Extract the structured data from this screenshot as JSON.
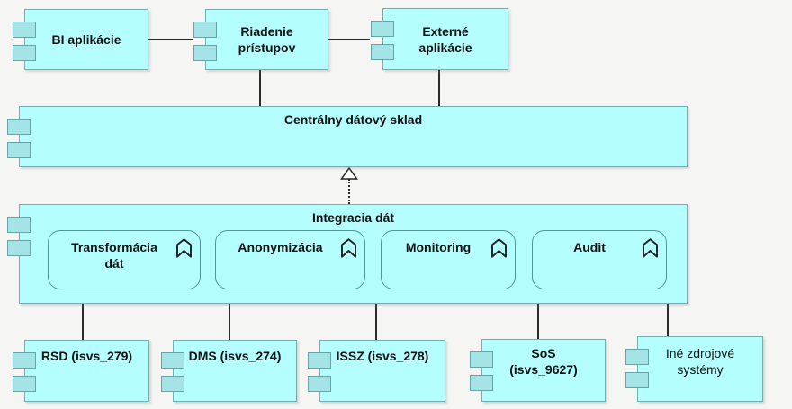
{
  "colors": {
    "background": "#f5f5f4",
    "node_fill": "#b4feff",
    "node_border": "#6fb0b2",
    "tab_fill": "#a5e4e6",
    "function_border": "#4e989a",
    "connector": "#2b2b2b"
  },
  "icons": {
    "component_tab": "uml-component-tabs",
    "function": "chevron-up-outline",
    "realization": "hollow-triangle-up-with-dotted-line"
  },
  "nodes": {
    "bi": {
      "label": "BI aplikácie"
    },
    "riadenie": {
      "label": "Riadenie\nprístupov"
    },
    "externe": {
      "label": "Externé\naplikácie"
    },
    "central": {
      "label": "Centrálny dátový sklad"
    },
    "integracia": {
      "label": "Integracia dát"
    },
    "transformacia": {
      "label": "Transformácia\ndát"
    },
    "anonymizacia": {
      "label": "Anonymizácia"
    },
    "monitoring": {
      "label": "Monitoring"
    },
    "audit": {
      "label": "Audit"
    },
    "rsd": {
      "label": "RSD (isvs_279)"
    },
    "dms": {
      "label": "DMS (isvs_274)"
    },
    "issz": {
      "label": "ISSZ (isvs_278)"
    },
    "sos": {
      "label": "SoS\n(isvs_9627)"
    },
    "ine": {
      "label": "Iné zdrojové\nsystémy"
    }
  }
}
